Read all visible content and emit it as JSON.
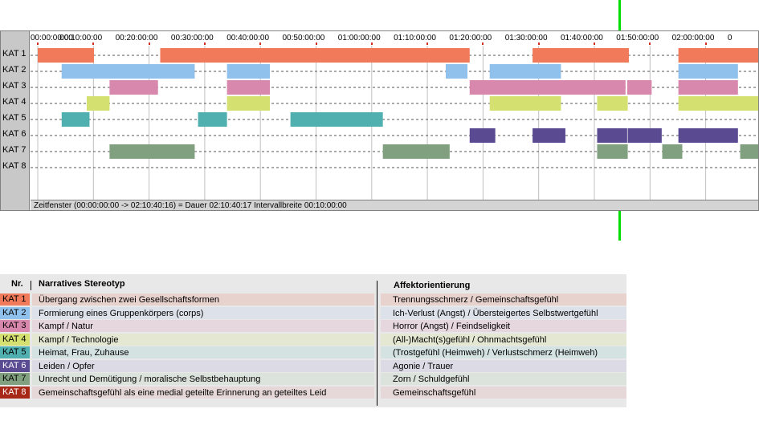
{
  "chart_data": {
    "type": "gantt",
    "time_range": [
      "00:00:00:00",
      "02:10:40:16"
    ],
    "x_ticks": [
      "00:00:00:00",
      "00:10:00:00",
      "00:20:00:00",
      "00:30:00:00",
      "00:40:00:00",
      "00:50:00:00",
      "01:00:00:00",
      "01:10:00:00",
      "01:20:00:00",
      "01:30:00:00",
      "01:40:00:00",
      "01:50:00:00",
      "02:00:00:00",
      "0"
    ],
    "categories": [
      "KAT 1",
      "KAT 2",
      "KAT 3",
      "KAT 4",
      "KAT 5",
      "KAT 6",
      "KAT 7",
      "KAT 8"
    ],
    "series": [
      {
        "category": "KAT 1",
        "color": "#f07a5a",
        "segments": [
          [
            0.0,
            10.1
          ],
          [
            22.0,
            77.6
          ],
          [
            88.9,
            106.2
          ],
          [
            115.1,
            130.7
          ]
        ]
      },
      {
        "category": "KAT 2",
        "color": "#90c0ec",
        "segments": [
          [
            4.3,
            28.2
          ],
          [
            34.0,
            41.7
          ],
          [
            73.3,
            77.2
          ],
          [
            81.2,
            94.0
          ],
          [
            115.1,
            125.8
          ]
        ]
      },
      {
        "category": "KAT 3",
        "color": "#d888ac",
        "segments": [
          [
            12.9,
            21.6
          ],
          [
            34.0,
            41.7
          ],
          [
            77.6,
            105.6
          ],
          [
            105.9,
            110.3
          ],
          [
            115.1,
            125.8
          ]
        ]
      },
      {
        "category": "KAT 4",
        "color": "#d4e070",
        "segments": [
          [
            8.8,
            12.9
          ],
          [
            34.0,
            41.7
          ],
          [
            81.2,
            94.0
          ],
          [
            100.5,
            106.0
          ],
          [
            115.1,
            130.7
          ]
        ]
      },
      {
        "category": "KAT 5",
        "color": "#50b0b0",
        "segments": [
          [
            4.3,
            9.3
          ],
          [
            28.8,
            34.0
          ],
          [
            45.4,
            62.0
          ]
        ]
      },
      {
        "category": "KAT 6",
        "color": "#5a4a92",
        "segments": [
          [
            77.6,
            82.2
          ],
          [
            88.9,
            94.8
          ],
          [
            100.5,
            105.9
          ],
          [
            106.0,
            112.1
          ],
          [
            115.1,
            125.8
          ]
        ]
      },
      {
        "category": "KAT 7",
        "color": "#80a080",
        "segments": [
          [
            12.9,
            28.2
          ],
          [
            62.0,
            74.0
          ],
          [
            100.5,
            106.0
          ],
          [
            112.2,
            115.8
          ],
          [
            126.2,
            130.7
          ]
        ]
      },
      {
        "category": "KAT 8",
        "color": "#a82818",
        "segments": []
      }
    ],
    "footer": "Zeitfenster (00:00:00:00 -> 02:10:40:16) = Dauer 02:10:40:17     Intervallbreite 00:10:00:00"
  },
  "legend": {
    "col_nr": "Nr.",
    "col_stereotyp": "Narratives Stereotyp",
    "col_affekt": "Affektorientierung",
    "rows": [
      {
        "nr": "KAT 1",
        "color": "#f07a5a",
        "bg": "#e8d2ce",
        "stereotyp": "Übergang zwischen zwei Gesellschaftsformen",
        "affekt": "Trennungsschmerz / Gemeinschaftsgefühl"
      },
      {
        "nr": "KAT 2",
        "color": "#90c0ec",
        "bg": "#dde2ea",
        "stereotyp": "Formierung eines Gruppenkörpers (corps)",
        "affekt": "Ich-Verlust (Angst) / Übersteigertes Selbstwertgefühl"
      },
      {
        "nr": "KAT 3",
        "color": "#d888ac",
        "bg": "#e6d6dd",
        "stereotyp": "Kampf / Natur",
        "affekt": "Horror (Angst) / Feindseligkeit"
      },
      {
        "nr": "KAT 4",
        "color": "#d4e070",
        "bg": "#e4e7d2",
        "stereotyp": "Kampf / Technologie",
        "affekt": "(All-)Macht(s)gefühl / Ohnmachtsgefühl"
      },
      {
        "nr": "KAT 5",
        "color": "#50b0b0",
        "bg": "#d4e2e2",
        "stereotyp": "Heimat, Frau, Zuhause",
        "affekt": "(Trostgefühl (Heimweh) / Verlustschmerz (Heimweh)"
      },
      {
        "nr": "KAT 6",
        "color": "#5a4a92",
        "bg": "#dcdae4",
        "stereotyp": "Leiden / Opfer",
        "affekt": "Agonie / Trauer"
      },
      {
        "nr": "KAT 7",
        "color": "#80a080",
        "bg": "#dce2dc",
        "stereotyp": "Unrecht und Demütigung / moralische Selbstbehauptung",
        "affekt": "Zorn / Schuldgefühl"
      },
      {
        "nr": "KAT 8",
        "color": "#a82818",
        "bg": "#e6d8d8",
        "stereotyp": "Gemeinschaftsgefühl als eine medial geteilte Erinnerung an geteiltes Leid",
        "affekt": "Gemeinschaftsgefühl"
      }
    ]
  }
}
